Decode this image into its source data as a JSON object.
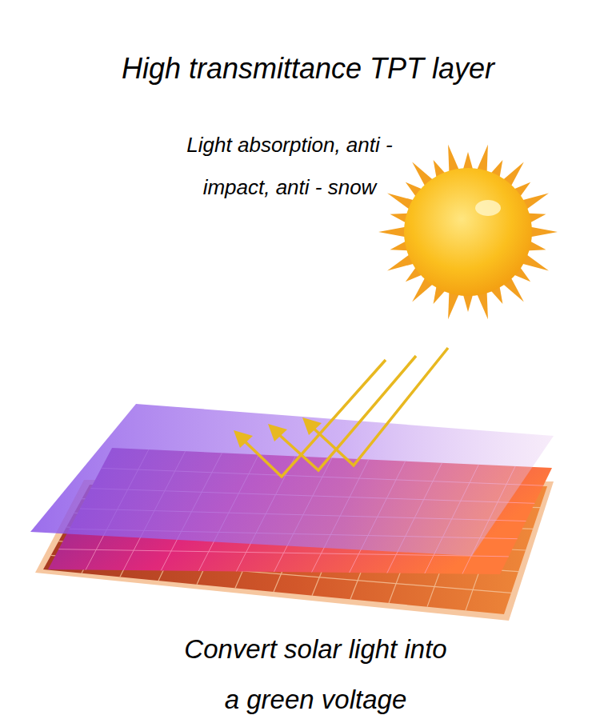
{
  "diagram": {
    "title": "High transmittance TPT layer",
    "caption": "Convert solar light into a green voltage",
    "labels": [
      "Light absorption, anti - impact, anti - snow"
    ]
  }
}
